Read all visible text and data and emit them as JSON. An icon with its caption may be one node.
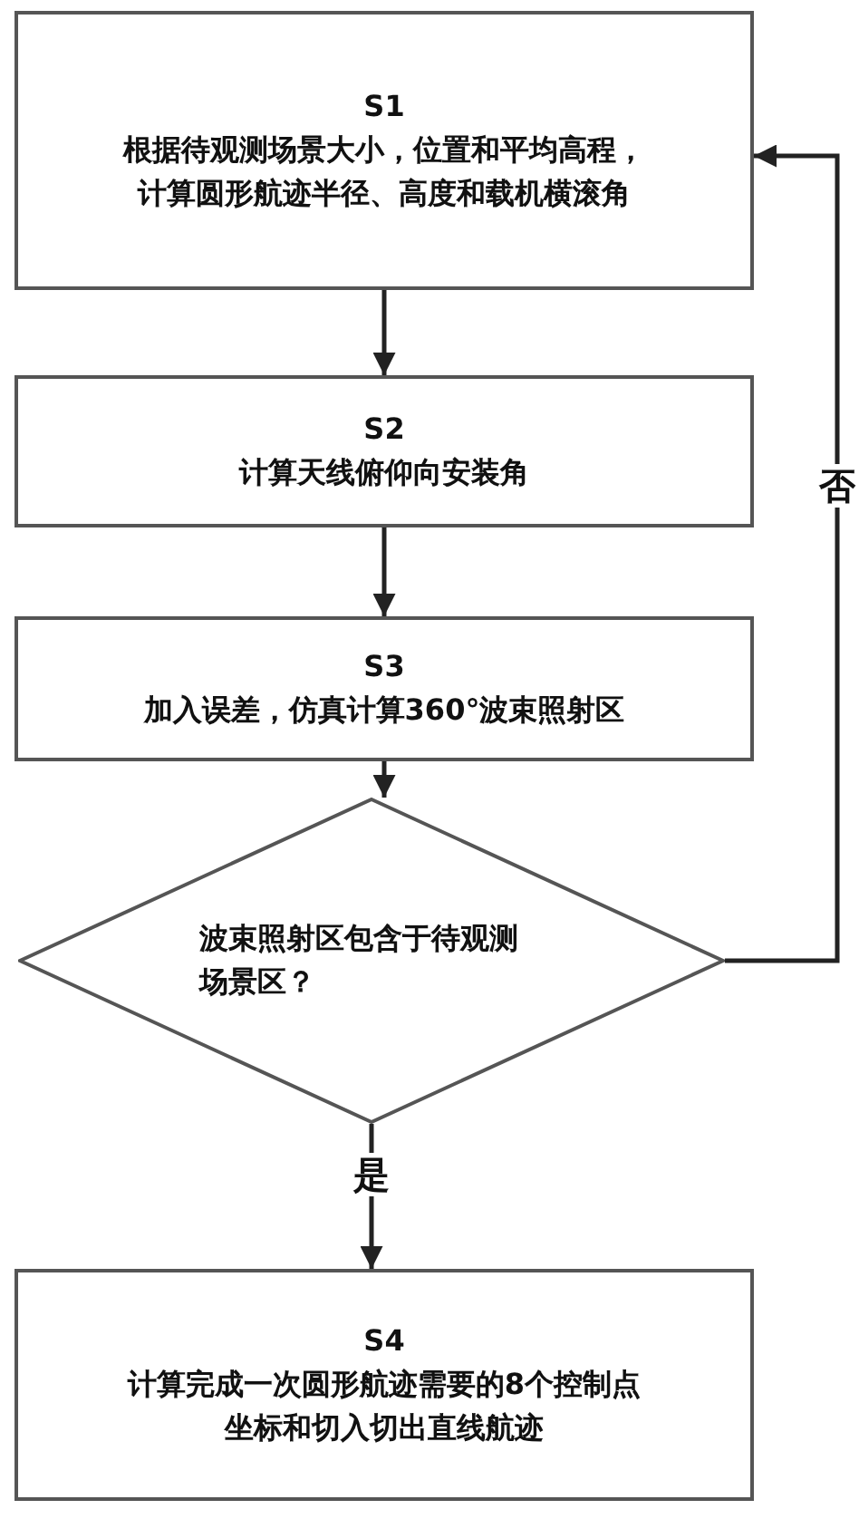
{
  "diagram": {
    "nodes": [
      {
        "text": [
          "S1",
          "根据待观测场景大小，位置和平均高程，计算圆形航迹半径、高度和载机横滚角"
        ]
      },
      {
        "text": [
          "S2",
          "计算天线俯仰向安装角"
        ]
      },
      {
        "text": [
          "S3",
          "加入误差，仿真计算360°波束照射区"
        ]
      },
      {
        "text": [
          "波束照射区包含于待观测场景区？"
        ]
      },
      {
        "text": [
          "S4",
          "计算完成一次圆形航迹需要的8个控制点坐标和切入切出直线航迹"
        ]
      }
    ],
    "edges": [
      {
        "from": 0,
        "to": 1,
        "arrow": "to"
      },
      {
        "from": 1,
        "to": 2,
        "arrow": "to"
      },
      {
        "from": 2,
        "to": 3,
        "arrow": "to"
      },
      {
        "from": 3,
        "to": 4,
        "arrow": "to",
        "label": "是"
      },
      {
        "from": 3,
        "to": 0,
        "arrow": "to",
        "label": "否"
      }
    ]
  }
}
